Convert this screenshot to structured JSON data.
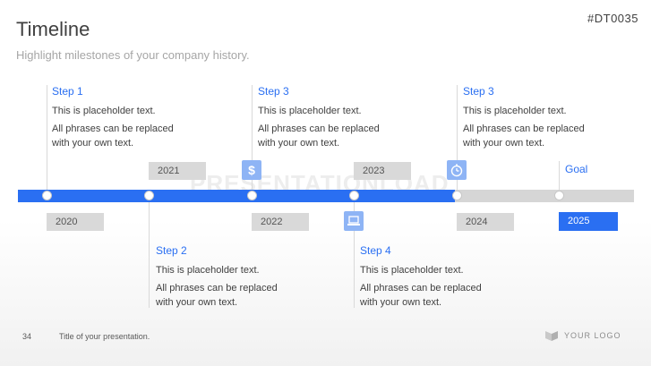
{
  "header": {
    "title": "Timeline",
    "subtitle": "Highlight milestones of your company history.",
    "code": "#DT0035"
  },
  "watermark": "PRESENTATIONLOAD",
  "colors": {
    "accent": "#2a6ff2",
    "icon_bg": "#8eb4f5",
    "track": "#d6d6d6"
  },
  "progress_percent": 71,
  "years": [
    "2020",
    "2021",
    "2022",
    "2023",
    "2024",
    "2025"
  ],
  "top_steps": [
    {
      "heading": "Step 1",
      "line1": "This is placeholder text.",
      "line2": "All phrases can be replaced",
      "line3": "with your own text."
    },
    {
      "heading": "Step 3",
      "line1": "This is placeholder text.",
      "line2": "All phrases can be replaced",
      "line3": "with your own text."
    },
    {
      "heading": "Step 3",
      "line1": "This is placeholder text.",
      "line2": "All phrases can be replaced",
      "line3": "with your own text."
    }
  ],
  "bottom_steps": [
    {
      "heading": "Step 2",
      "line1": "This is placeholder text.",
      "line2": "All phrases can be replaced",
      "line3": "with your own text."
    },
    {
      "heading": "Step 4",
      "line1": "This is placeholder text.",
      "line2": "All phrases can be replaced",
      "line3": "with your own text."
    }
  ],
  "goal_label": "Goal",
  "icons": {
    "dollar": "$",
    "clock": "clock-icon",
    "laptop": "laptop-icon"
  },
  "footer": {
    "page_number": "34",
    "text": "Title of your presentation.",
    "logo": "YOUR LOGO"
  }
}
